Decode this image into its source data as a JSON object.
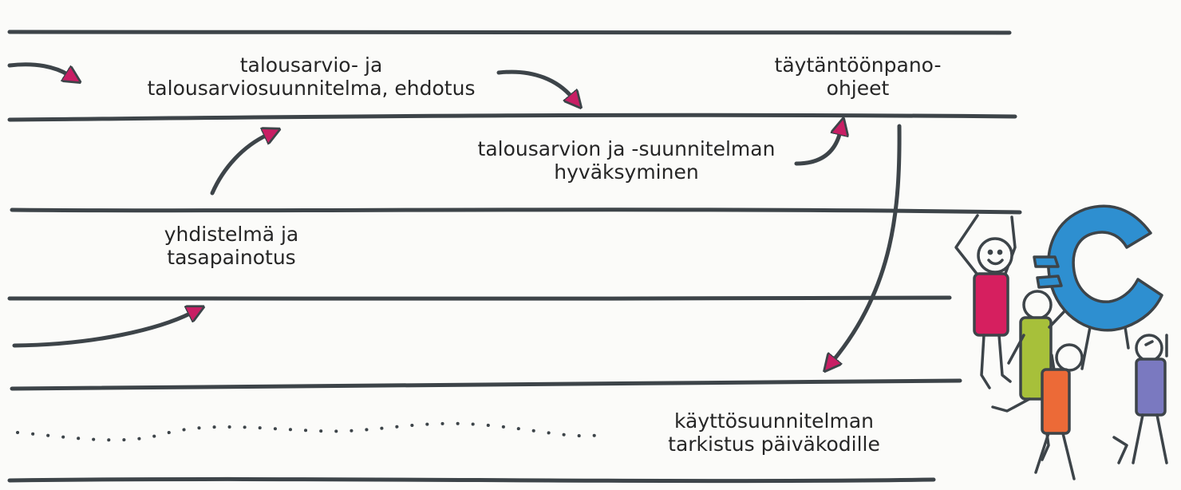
{
  "diagram": {
    "steps": [
      {
        "id": "proposal",
        "lines": [
          "talousarvio- ja",
          "talousarviosuunnitelma, ehdotus"
        ]
      },
      {
        "id": "approval",
        "lines": [
          "talousarvion ja -suunnitelman",
          "hyväksyminen"
        ]
      },
      {
        "id": "implementation",
        "lines": [
          "täytäntöönpano-",
          "ohjeet"
        ]
      },
      {
        "id": "combine",
        "lines": [
          "yhdistelmä ja",
          "tasapainotus"
        ]
      },
      {
        "id": "review",
        "lines": [
          "käyttösuunnitelman",
          "tarkistus päiväkodille"
        ]
      }
    ],
    "colors": {
      "line": "#3d4449",
      "arrowhead": "#c81e64",
      "euro": "#2e8fd0",
      "person_magenta": "#d61f5f",
      "person_green": "#a7c03a",
      "person_orange": "#ec6a37",
      "person_purple": "#7a79c0"
    },
    "icons": [
      "euro-icon",
      "person-icon"
    ]
  }
}
